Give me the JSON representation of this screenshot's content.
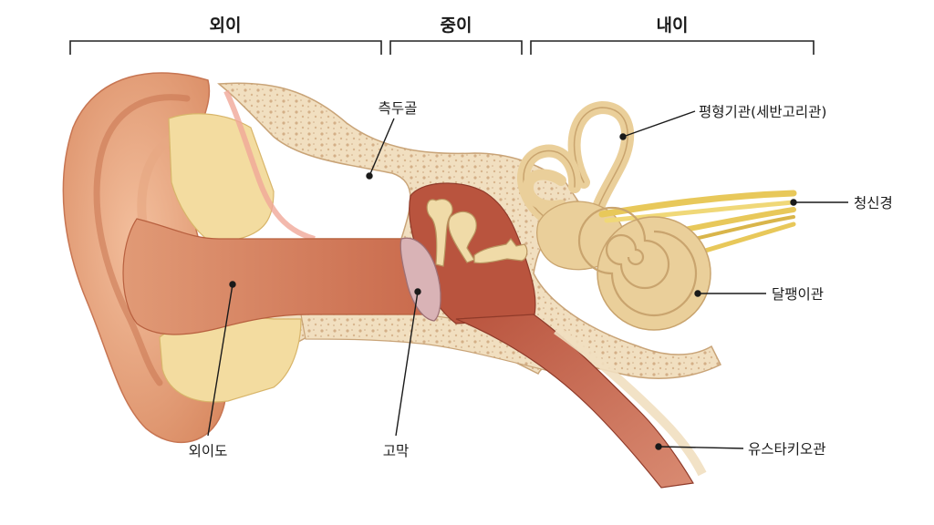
{
  "sections": {
    "outer": "외이",
    "middle": "중이",
    "inner": "내이"
  },
  "labels": {
    "temporal_bone": "측두골",
    "semicircular_canals": "평형기관(세반고리관)",
    "auditory_nerve": "청신경",
    "cochlea": "달팽이관",
    "eustachian_tube": "유스타키오관",
    "ear_canal": "외이도",
    "eardrum": "고막"
  },
  "colors": {
    "skin": "#e9a57f",
    "bone": "#f1dfc0",
    "canal": "#d88462",
    "cavity": "#b9543e",
    "ossicle": "#f0dba8",
    "nerve": "#e8c85a",
    "eardrum": "#d9b3b6"
  }
}
